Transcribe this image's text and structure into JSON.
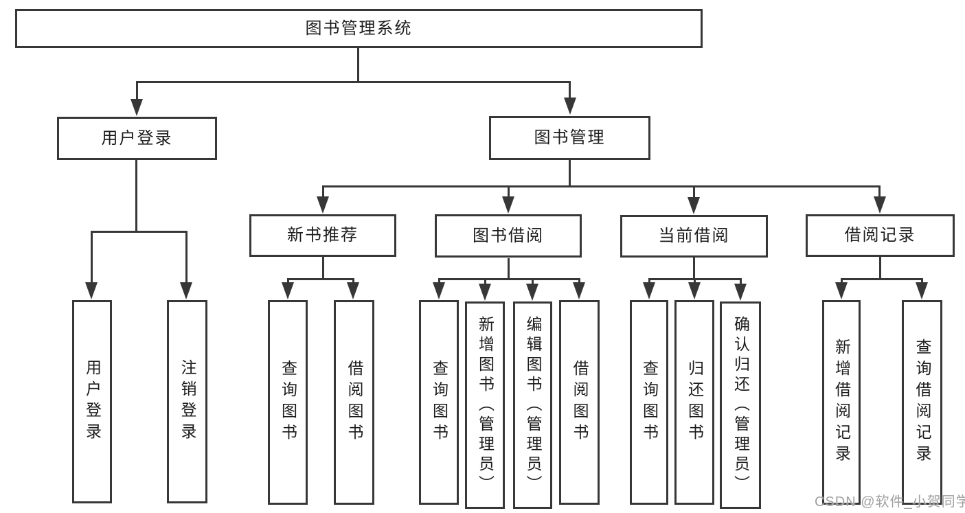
{
  "tree": {
    "label": "图书管理系统",
    "children": [
      {
        "label": "用户登录",
        "children": [
          {
            "label": "用户登录"
          },
          {
            "label": "注销登录"
          }
        ]
      },
      {
        "label": "图书管理",
        "children": [
          {
            "label": "新书推荐",
            "children": [
              {
                "label": "查询图书"
              },
              {
                "label": "借阅图书"
              }
            ]
          },
          {
            "label": "图书借阅",
            "children": [
              {
                "label": "查询图书"
              },
              {
                "label": "新增图书（管理员）"
              },
              {
                "label": "编辑图书（管理员）"
              },
              {
                "label": "借阅图书"
              }
            ]
          },
          {
            "label": "当前借阅",
            "children": [
              {
                "label": "查询图书"
              },
              {
                "label": "归还图书"
              },
              {
                "label": "确认归还（管理员）"
              }
            ]
          },
          {
            "label": "借阅记录",
            "children": [
              {
                "label": "新增借阅记录"
              },
              {
                "label": "查询借阅记录"
              }
            ]
          }
        ]
      }
    ]
  },
  "watermark": {
    "text": "CSDN @软件_小贺同学"
  },
  "colors": {
    "line": "#373737",
    "text": "#1c1c1c",
    "watermark": "#a0a0a0",
    "background": "#ffffff"
  }
}
